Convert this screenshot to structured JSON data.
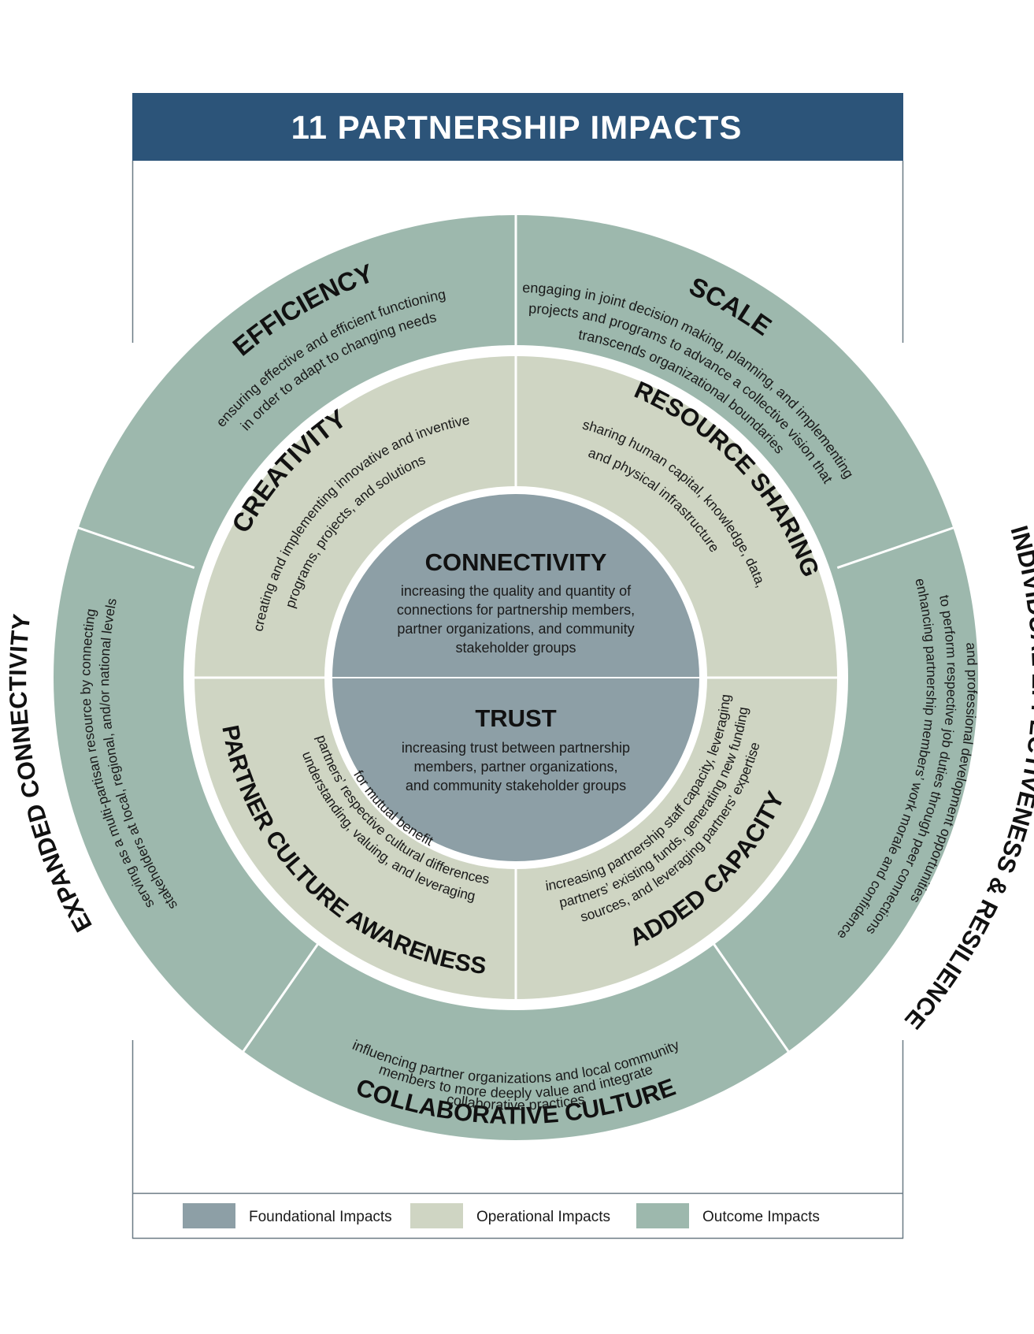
{
  "title": "11 PARTNERSHIP IMPACTS",
  "colors": {
    "header": "#2c5479",
    "foundational": "#8d9fa6",
    "operational": "#cfd5c3",
    "outcome": "#9db8ad",
    "frame_line": "#6b7b85"
  },
  "foundational": {
    "connectivity": {
      "title": "CONNECTIVITY",
      "lines": [
        "increasing the quality and quantity of",
        "connections for partnership members,",
        "partner organizations, and community",
        "stakeholder groups"
      ]
    },
    "trust": {
      "title": "TRUST",
      "lines": [
        "increasing trust between partnership",
        "members, partner organizations,",
        "and community stakeholder groups"
      ]
    }
  },
  "operational": {
    "creativity": {
      "title": "CREATIVITY",
      "line1": "creating and implementing innovative and inventive",
      "line2": "programs, projects, and solutions"
    },
    "resource_sharing": {
      "title": "RESOURCE SHARING",
      "line1": "sharing human capital, knowledge, data,",
      "line2": "and physical infrastructure"
    },
    "partner_culture": {
      "title": "PARTNER CULTURE AWARENESS",
      "line1": "understanding, valuing, and leveraging",
      "line2": "partners’ respective cultural differences",
      "line3": "for mutual benefit"
    },
    "added_capacity": {
      "title": "ADDED CAPACITY",
      "line1": "increasing partnership staff capacity, leveraging",
      "line2": "partners’ existing funds, generating new funding",
      "line3": "sources, and leveraging partners’ expertise"
    }
  },
  "outcome": {
    "efficiency": {
      "title": "EFFICIENCY",
      "line1": "ensuring effective and efficient functioning",
      "line2": "in order to adapt to changing needs"
    },
    "scale": {
      "title": "SCALE",
      "line1": "engaging in joint decision making, planning, and implementing",
      "line2": "projects and programs to advance a collective vision that",
      "line3": "transcends organizational boundaries"
    },
    "individual": {
      "title": "INDIVIDUAL EFFECTIVENESS & RESILIENCE",
      "line1": "enhancing partnership members’ work morale and confidence",
      "line2": "to perform respective job duties through peer connections",
      "line3": "and professional development opportunities"
    },
    "collaborative": {
      "title": "COLLABORATIVE CULTURE",
      "line1": "influencing partner organizations and local community",
      "line2": "members to more deeply value and integrate",
      "line3": "collaborative practices"
    },
    "expanded": {
      "title": "EXPANDED CONNECTIVITY",
      "line1": "serving as a multi-partisan resource by connecting",
      "line2": "stakeholders at local, regional, and/or national levels"
    }
  },
  "legend": [
    {
      "label": "Foundational Impacts",
      "color": "#8d9fa6"
    },
    {
      "label": "Operational Impacts",
      "color": "#cfd5c3"
    },
    {
      "label": "Outcome Impacts",
      "color": "#9db8ad"
    }
  ]
}
